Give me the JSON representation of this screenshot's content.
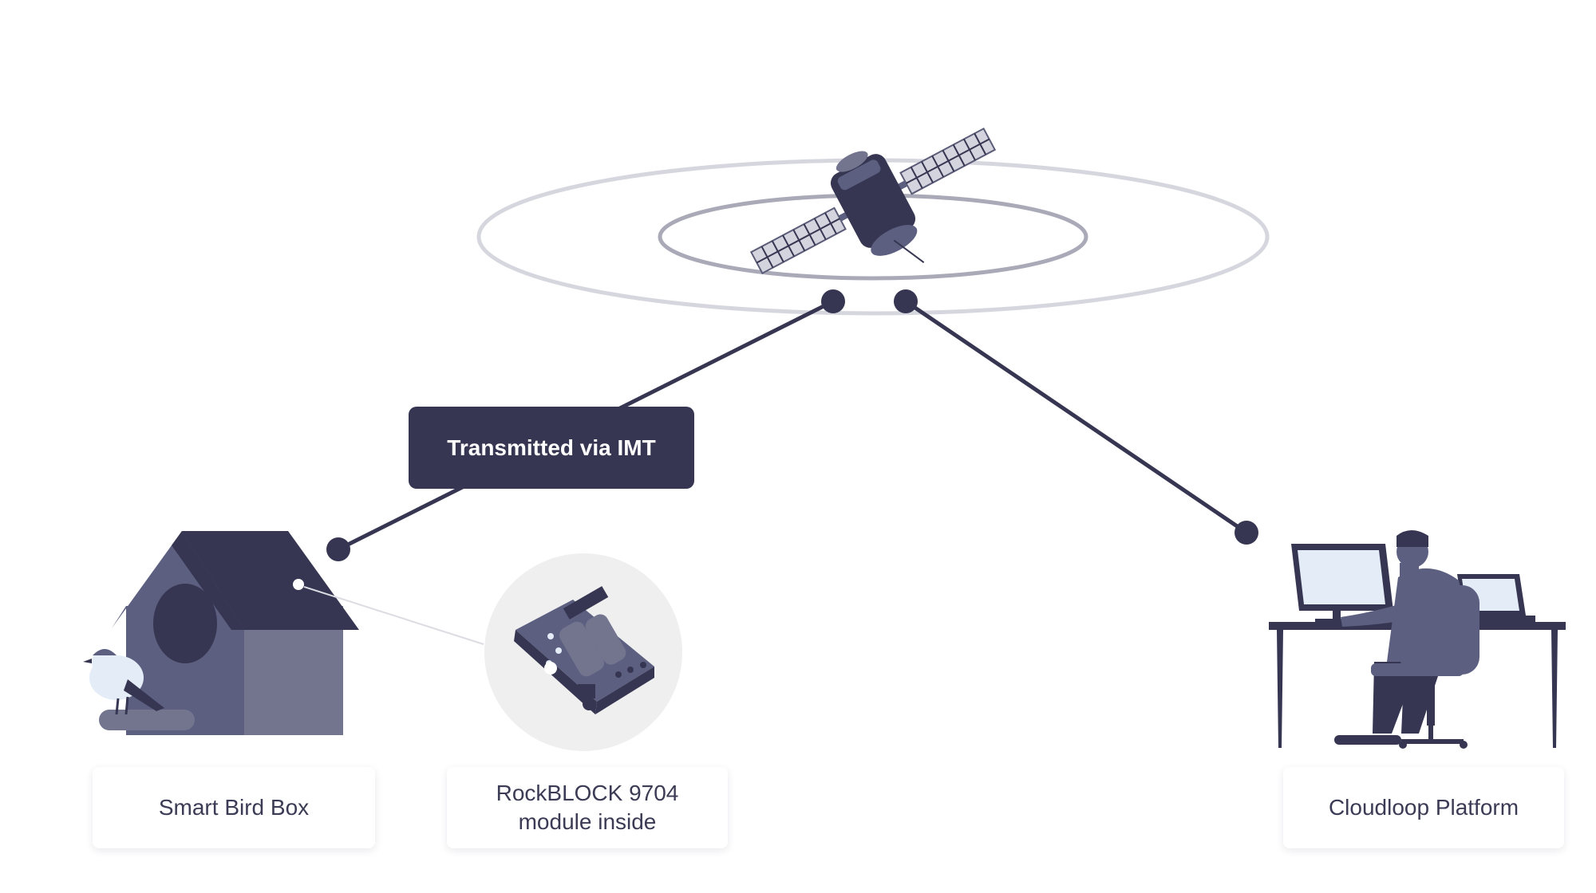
{
  "link": {
    "label": "Transmitted via IMT"
  },
  "nodes": {
    "bird_box": {
      "label": "Smart Bird Box"
    },
    "module": {
      "line1": "RockBLOCK 9704",
      "line2": "module inside"
    },
    "platform": {
      "label": "Cloudloop Platform"
    }
  },
  "colors": {
    "dark": "#363652",
    "slate": "#5c5f80",
    "muted": "#73758f",
    "light_blue": "#e3ecf7",
    "orbit_outer": "#d6d6de",
    "orbit_inner": "#a9a9b8",
    "badge_bg": "#efefef"
  },
  "icons": [
    "satellite-icon",
    "bird-box-icon",
    "bird-icon",
    "circuit-module-icon",
    "person-at-desk-icon"
  ]
}
